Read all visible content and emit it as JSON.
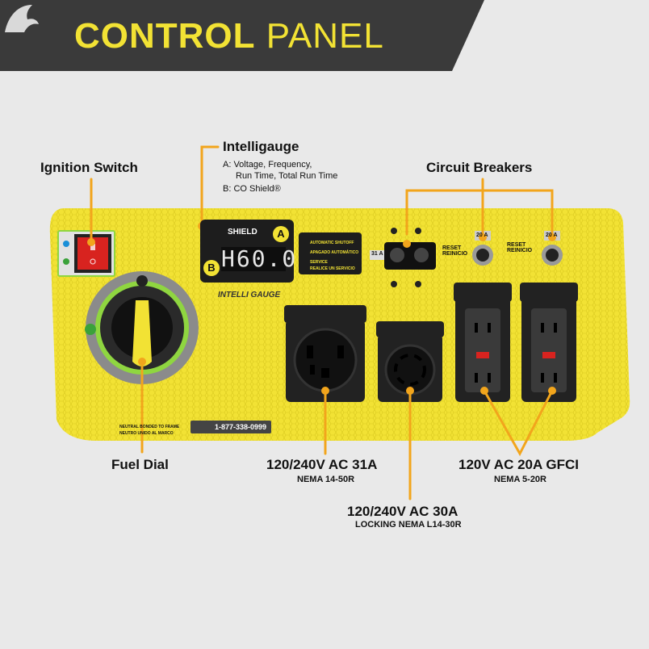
{
  "header": {
    "title_bold": "CONTROL",
    "title_light": "PANEL"
  },
  "callouts": {
    "ignition": "Ignition Switch",
    "intelligauge": "Intelligauge",
    "intelligauge_a": "A:  Voltage, Frequency,",
    "intelligauge_a2": "Run Time, Total Run Time",
    "intelligauge_b": "B:  CO Shield®",
    "breakers": "Circuit Breakers",
    "fuel": "Fuel Dial",
    "out1_title": "120/240V AC 31A",
    "out1_sub": "NEMA 14-50R",
    "out2_title": "120/240V AC 30A",
    "out2_sub": "LOCKING NEMA L14-30R",
    "out3_title": "120V AC 20A GFCI",
    "out3_sub": "NEMA 5-20R"
  },
  "panel": {
    "lcd_value": "H60.0",
    "badge_a": "A",
    "badge_b": "B",
    "coshield": "SHIELD",
    "warn_1": "AUTOMATIC SHUTOFF",
    "warn_2": "APAGADO AUTOMÁTICO",
    "warn_3": "SERVICE",
    "warn_4": "REALICE UN SERVICIO",
    "intelli": "INTELLI GAUGE",
    "phone": "1-877-338-0999",
    "breaker_31": "31 A",
    "breaker_20a": "20 A",
    "breaker_20b": "20 A",
    "reset_1": "RESET REINICIO",
    "reset_2": "RESET REINICIO",
    "neutral_1": "NEUTRAL BONDED TO FRAME",
    "neutral_2": "NEUTRO UNIDO AL MARCO"
  },
  "colors": {
    "panel_yellow": "#f2e234",
    "header_dark": "#3a3a3a",
    "callout_orange": "#f2a51c",
    "switch_red": "#d8231f",
    "fuel_green": "#8fd640"
  }
}
